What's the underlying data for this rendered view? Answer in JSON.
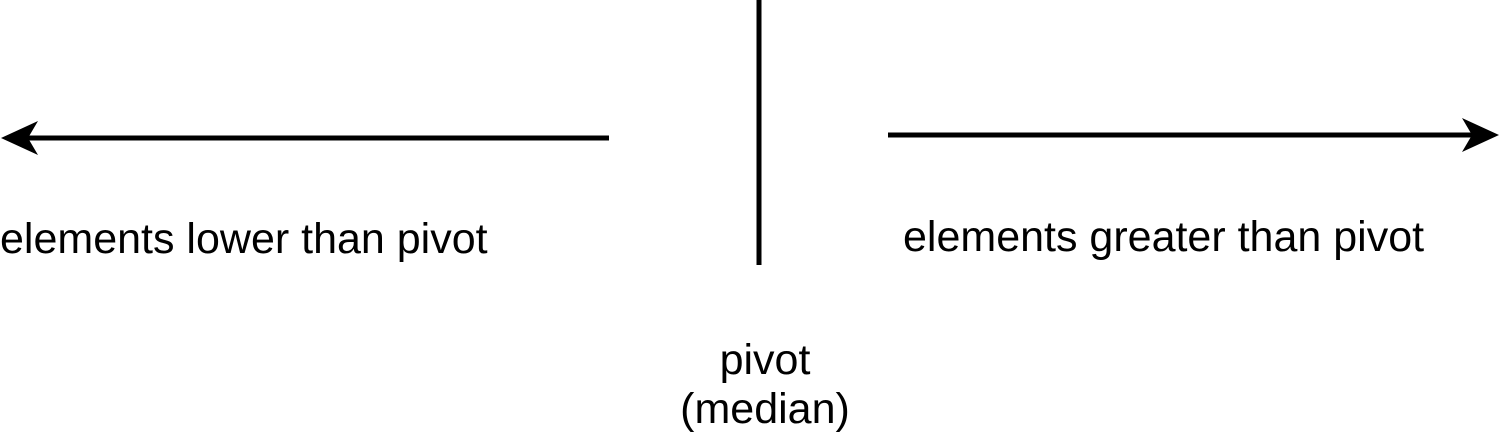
{
  "labels": {
    "lower": "elements lower than pivot",
    "greater": "elements greater than pivot",
    "pivot": "pivot",
    "pivot_note": "(median)"
  },
  "colors": {
    "stroke": "#000000",
    "background": "#ffffff"
  }
}
